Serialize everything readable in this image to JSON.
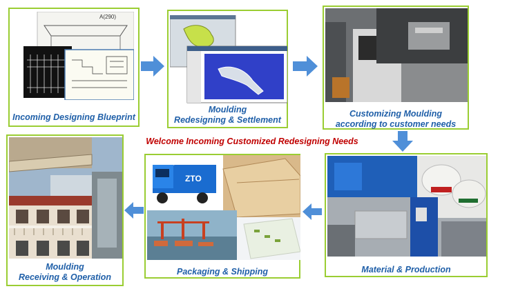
{
  "banner": "Welcome Incoming Customized Redesigning Needs",
  "steps": [
    {
      "lines": [
        "Incoming Designing Blueprint"
      ]
    },
    {
      "lines": [
        "Moulding",
        "Redesigning & Settlement"
      ]
    },
    {
      "lines": [
        "Customizing Moulding",
        "according to customer needs"
      ]
    },
    {
      "lines": [
        "Material & Production"
      ]
    },
    {
      "lines": [
        "Packaging & Shipping"
      ]
    },
    {
      "lines": [
        "Moulding",
        "Receiving & Operation"
      ]
    }
  ],
  "blueprint_label": "A(290)",
  "truck_logo": "ZTO",
  "colors": {
    "border": "#9acd32",
    "caption": "#1f5fa8",
    "arrow": "#4f8fd8",
    "banner": "#c00000"
  }
}
